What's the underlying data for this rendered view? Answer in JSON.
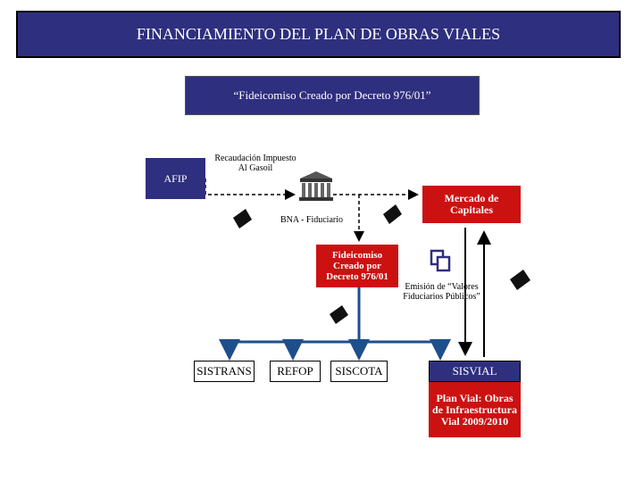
{
  "header": {
    "title": "FINANCIAMIENTO DEL PLAN DE OBRAS VIALES"
  },
  "subheader": {
    "text": "“Fideicomiso Creado por Decreto 976/01”"
  },
  "nodes": {
    "afip": "AFIP",
    "recaudacion": "Recaudación Impuesto Al Gasoil",
    "bna": "BNA - Fiduciario",
    "mercado": "Mercado de Capitales",
    "fideicomiso": "Fideicomiso Creado por Decreto 976/01",
    "emision": "Emisión de “Valores Fiduciarios Públicos”",
    "sistrans": "SISTRANS",
    "refop": "REFOP",
    "siscota": "SISCOTA",
    "sisvial": "SISVIAL",
    "planvial": "Plan Vial: Obras de Infraestructura Vial 2009/2010"
  },
  "colors": {
    "navy": "#2e2f7e",
    "red": "#cc1111",
    "arrow_blue": "#1f4e8c"
  }
}
